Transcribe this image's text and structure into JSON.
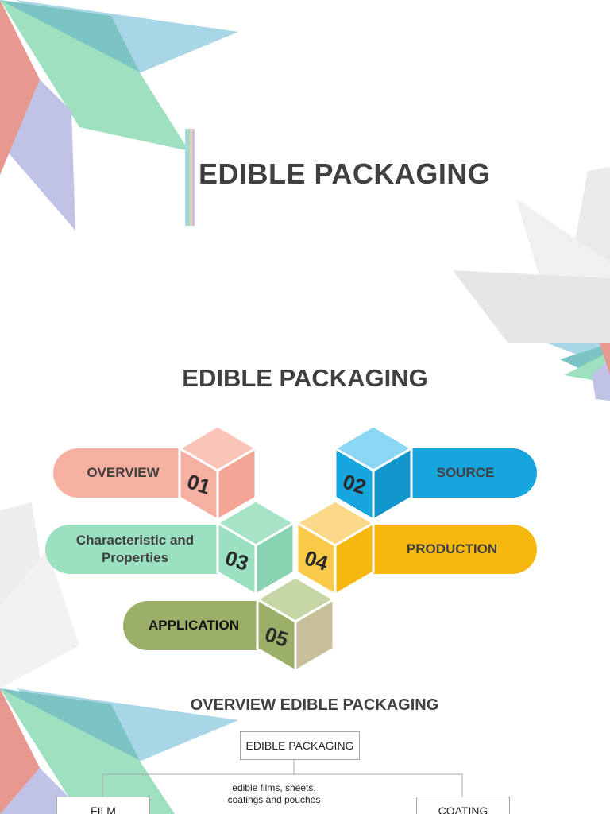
{
  "slide1": {
    "title": "EDIBLE PACKAGING"
  },
  "slide2": {
    "title": "EDIBLE PACKAGING",
    "items": [
      {
        "number": "01",
        "label": "OVERVIEW",
        "color": "#f6b0a2"
      },
      {
        "number": "02",
        "label": "SOURCE",
        "color": "#17a5de"
      },
      {
        "number": "03",
        "label": "Characteristic and Properties",
        "color": "#9be0c1"
      },
      {
        "number": "04",
        "label": "PRODUCTION",
        "color": "#f6b80f"
      },
      {
        "number": "05",
        "label": "APPLICATION",
        "color": "#9caf68"
      }
    ]
  },
  "slide3": {
    "title": "OVERVIEW EDIBLE PACKAGING",
    "root_box": "EDIBLE PACKAGING",
    "note": "edible films, sheets, coatings and pouches",
    "left_box": "FILM",
    "right_box": "COATING"
  }
}
